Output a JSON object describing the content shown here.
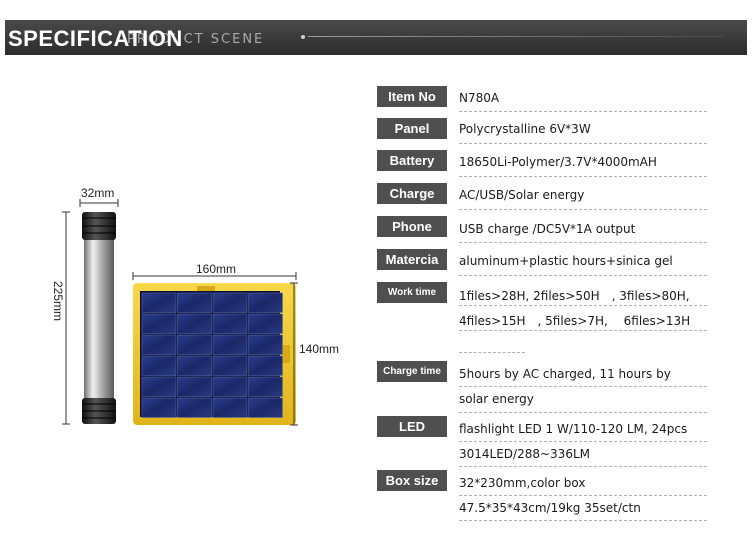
{
  "banner": {
    "title": "SPECIFICATION",
    "subtitle": "PRODUCT SCENE"
  },
  "product": {
    "dimensions": {
      "tube_diameter": "32mm",
      "tube_length": "225mm",
      "panel_width": "160mm",
      "panel_height": "140mm"
    }
  },
  "specs": [
    {
      "label": "Item No",
      "value": "N780A"
    },
    {
      "label": "Panel",
      "value": "Polycrystalline 6V*3W"
    },
    {
      "label": "Battery",
      "value": "18650Li-Polymer/3.7V*4000mAH"
    },
    {
      "label": "Charge",
      "value": "AC/USB/Solar energy"
    },
    {
      "label": "Phone",
      "value": "USB charge /DC5V*1A output"
    },
    {
      "label": "Matercia",
      "value": "aluminum+plastic hours+sinica gel"
    },
    {
      "label": "Work time",
      "value": [
        "1files>28H, 2files>50H　, 3files>80H,",
        "4files>15H　, 5files>7H,　 6files>13H"
      ]
    },
    {
      "label": "Charge time",
      "value": [
        "5hours by AC charged, 11 hours by",
        "solar energy"
      ]
    },
    {
      "label": "LED",
      "value": [
        "flashlight LED 1 W/110-120 LM, 24pcs",
        "3014LED/288~336LM"
      ]
    },
    {
      "label": "Box size",
      "value": [
        "32*230mm,color box",
        "47.5*35*43cm/19kg 35set/ctn"
      ]
    }
  ],
  "colors": {
    "label_bg": "#4f4f4f",
    "frame_yellow": "#f2c524",
    "cell_blue": "#1c2a6b"
  }
}
